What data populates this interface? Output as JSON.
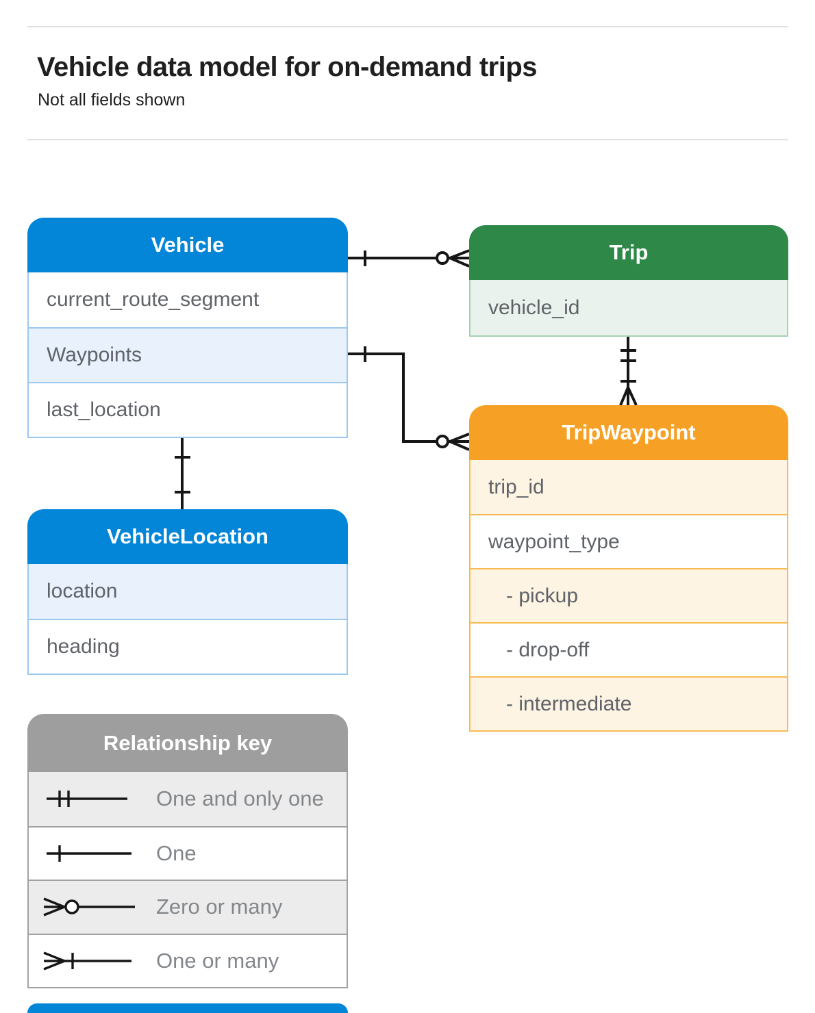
{
  "page": {
    "title": "Vehicle data model for on-demand trips",
    "subtitle": "Not all fields shown"
  },
  "entities": {
    "vehicle": {
      "title": "Vehicle",
      "fields": [
        "current_route_segment",
        "Waypoints",
        "last_location"
      ]
    },
    "trip": {
      "title": "Trip",
      "fields": [
        "vehicle_id"
      ]
    },
    "trip_waypoint": {
      "title": "TripWaypoint",
      "fields": [
        "trip_id",
        "waypoint_type",
        "- pickup",
        "- drop-off",
        "- intermediate"
      ]
    },
    "vehicle_location": {
      "title": "VehicleLocation",
      "fields": [
        "location",
        "heading"
      ]
    }
  },
  "relationship_key": {
    "title": "Relationship key",
    "items": [
      {
        "symbol": "one-and-only-one",
        "label": "One and only one"
      },
      {
        "symbol": "one",
        "label": "One"
      },
      {
        "symbol": "zero-or-many",
        "label": "Zero or many"
      },
      {
        "symbol": "one-or-many",
        "label": "One or many"
      }
    ]
  },
  "relationships": [
    {
      "from": "Vehicle",
      "to": "Trip",
      "from_cardinality": "one",
      "to_cardinality": "zero-or-many"
    },
    {
      "from": "Vehicle.Waypoints",
      "to": "TripWaypoint",
      "from_cardinality": "one",
      "to_cardinality": "zero-or-many"
    },
    {
      "from": "Trip",
      "to": "TripWaypoint",
      "from_cardinality": "one-and-only-one",
      "to_cardinality": "one-or-many"
    },
    {
      "from": "Vehicle",
      "to": "VehicleLocation",
      "from_cardinality": "one",
      "to_cardinality": "one"
    }
  ],
  "colors": {
    "vehicle_header": "#0385d8",
    "trip_header": "#2e8848",
    "trip_waypoint_header": "#f6a125",
    "key_header": "#9e9e9e",
    "connector": "#161616"
  }
}
